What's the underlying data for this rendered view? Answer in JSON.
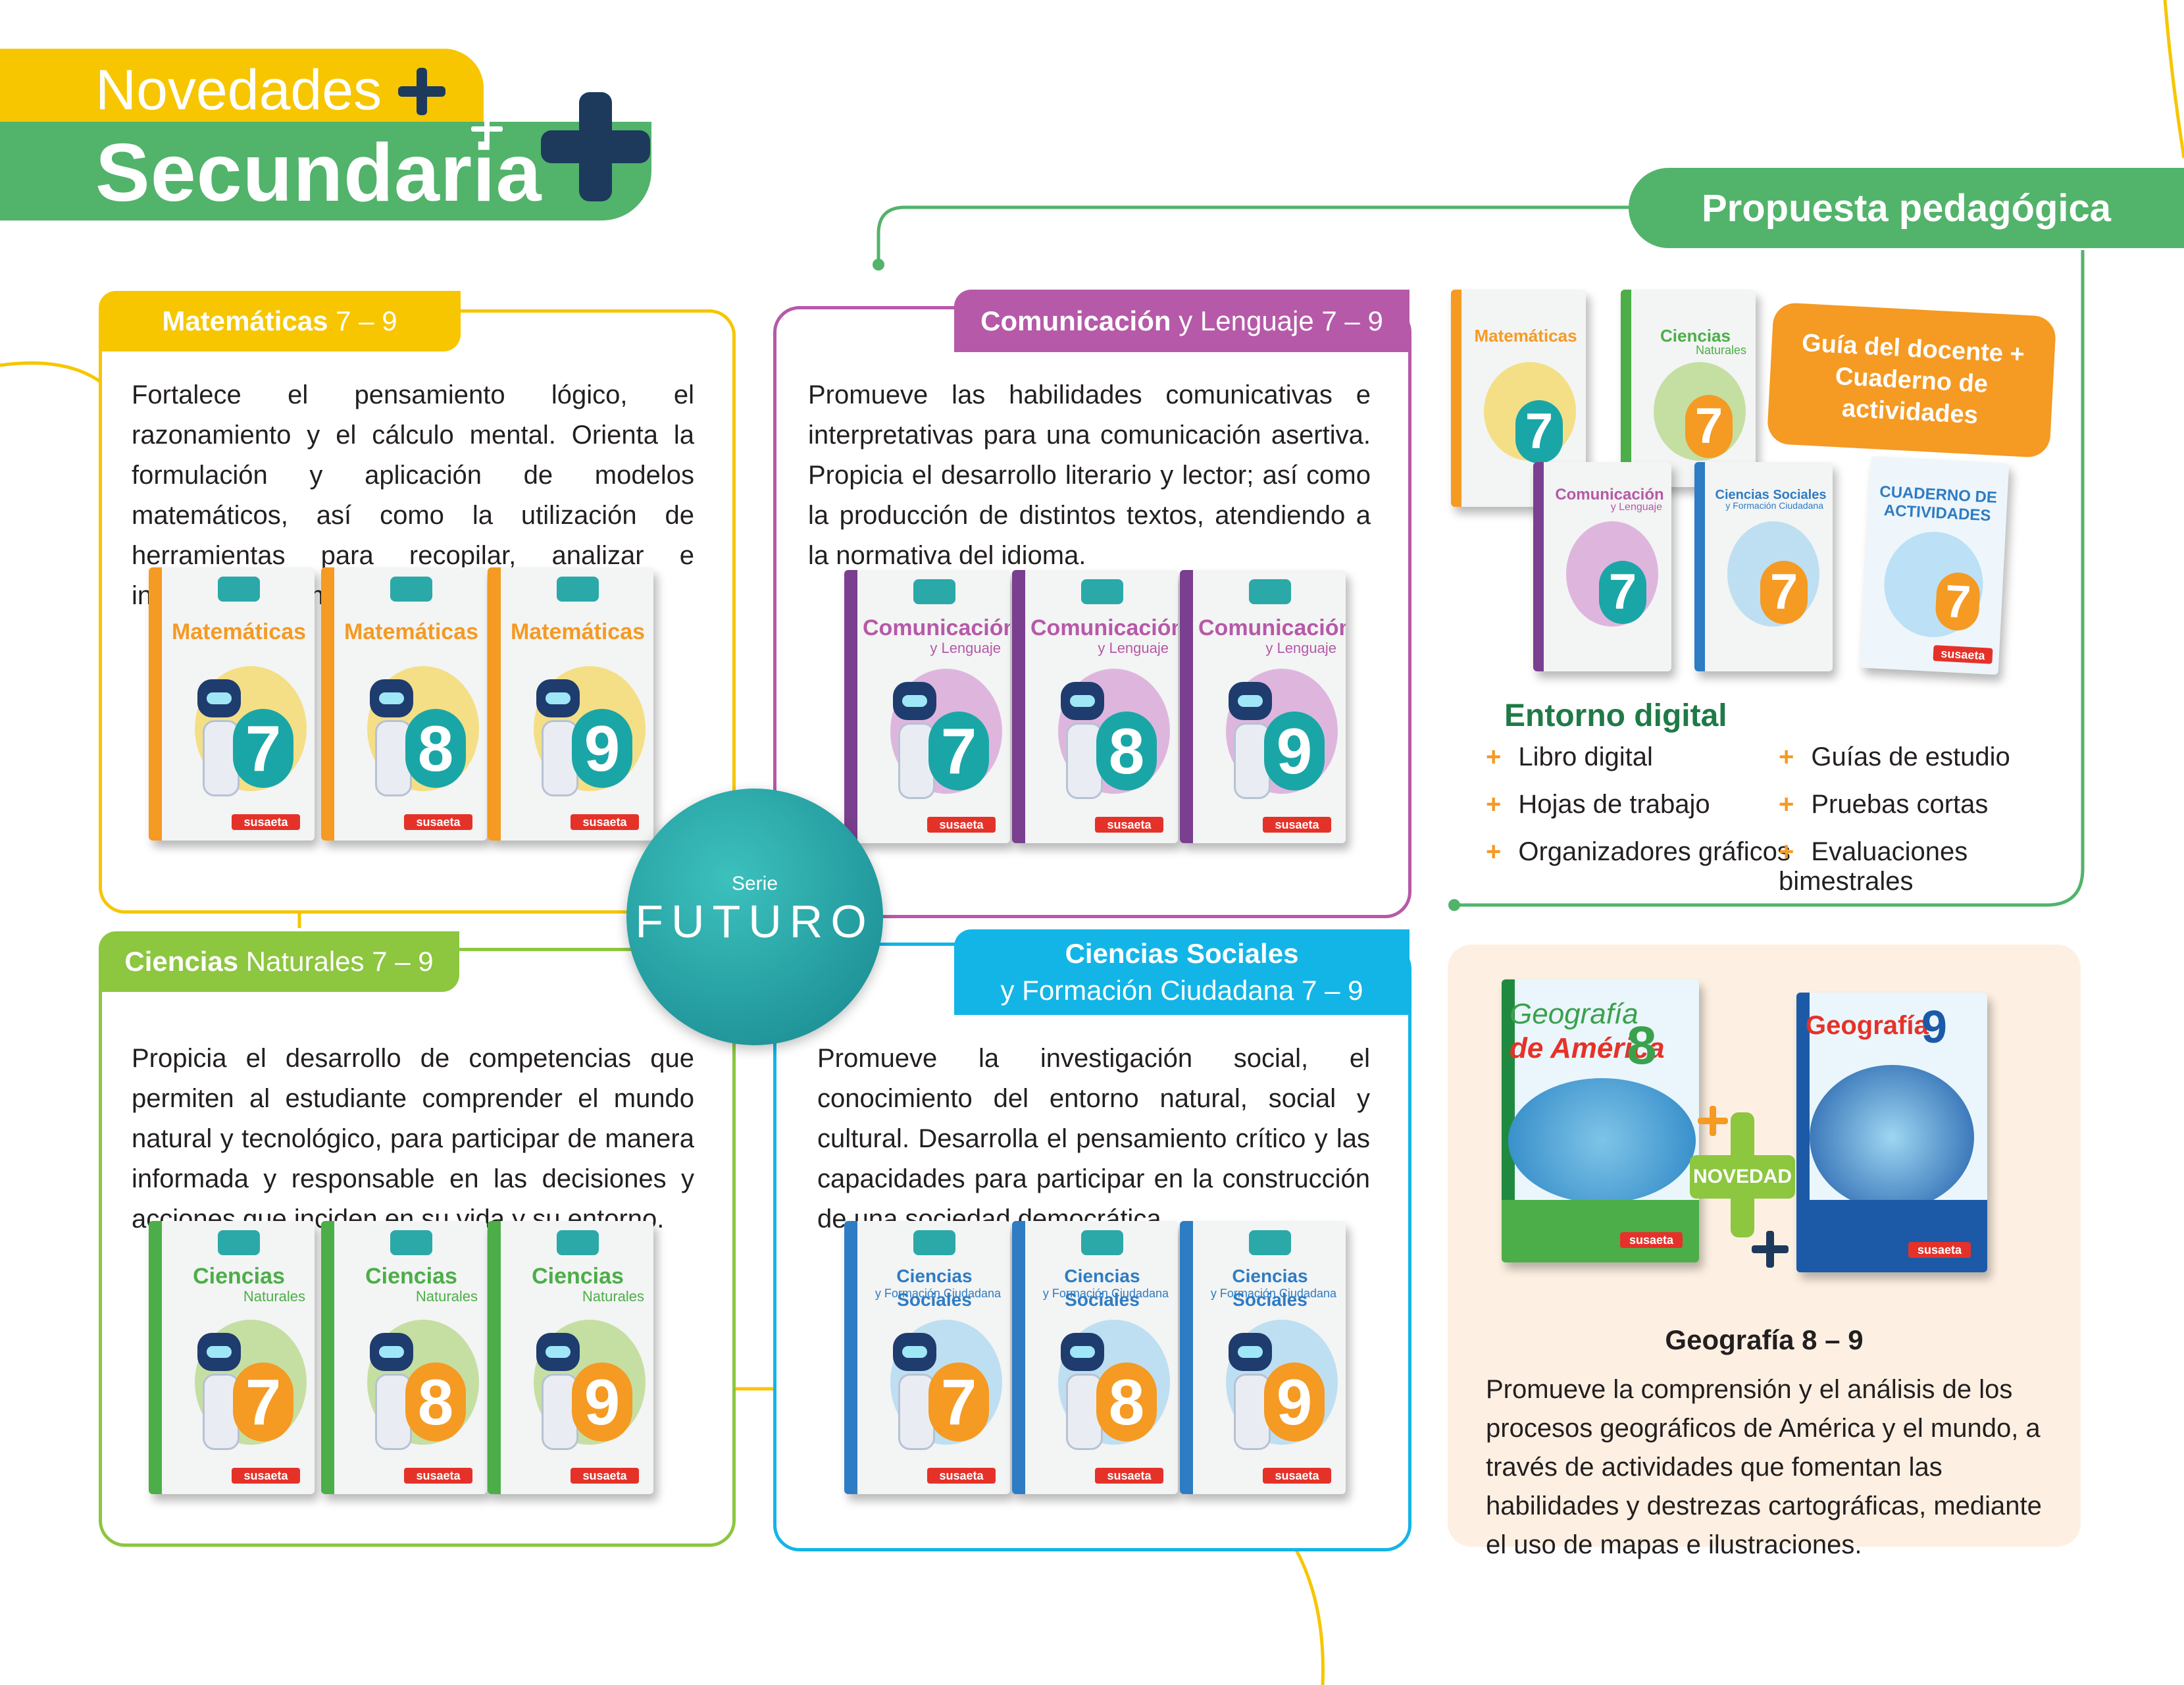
{
  "header": {
    "novedades": "Novedades",
    "secundaria": "Secundaria"
  },
  "colors": {
    "yellow": "#f7c600",
    "green": "#52b36b",
    "navy": "#1d3a5c",
    "purple": "#b659a8",
    "lime": "#8dc63f",
    "cyan": "#13b5e6",
    "orange": "#f59a23",
    "teal": "#1aa6a7"
  },
  "series_logo": {
    "label": "Serie",
    "name": "FUTURO"
  },
  "propuesta": {
    "title": "Propuesta pedagógica"
  },
  "guia": {
    "text": "Guía del docente + Cuaderno de actividades"
  },
  "cuaderno_cover": {
    "title": "CUADERNO DE ACTIVIDADES",
    "number": "7",
    "publisher": "susaeta"
  },
  "propuesta_books": [
    {
      "title": "Matemáticas",
      "subtitle": "",
      "number": "7"
    },
    {
      "title": "Ciencias",
      "subtitle": "Naturales",
      "number": "7"
    },
    {
      "title": "Comunicación",
      "subtitle": "y Lenguaje",
      "number": "7"
    },
    {
      "title": "Ciencias Sociales",
      "subtitle": "y Formación Ciudadana",
      "number": "7"
    }
  ],
  "entorno": {
    "title": "Entorno digital",
    "items": [
      "Libro digital",
      "Guías de estudio",
      "Hojas de trabajo",
      "Pruebas cortas",
      "Organizadores gráficos",
      "Evaluaciones bimestrales"
    ]
  },
  "mate": {
    "tab_bold": "Matemáticas",
    "tab_rest": " 7 – 9",
    "text": "Fortalece el pensamiento lógico, el razonamiento y el cálculo mental. Orienta la formulación y aplicación de modelos matemáticos, así como la utilización de herramientas para recopilar, analizar e interpretar información.",
    "book_title": "Matemáticas",
    "book_subtitle": "",
    "numbers": [
      "7",
      "8",
      "9"
    ]
  },
  "comu": {
    "tab_bold": "Comunicación",
    "tab_rest": " y Lenguaje 7 – 9",
    "text": "Promueve las habilidades comunicativas e interpretativas para una comunicación asertiva. Propicia el desarrollo literario y lector; así como la producción de distintos textos, atendiendo a la normativa del idioma.",
    "book_title": "Comunicación",
    "book_subtitle": "y Lenguaje",
    "numbers": [
      "7",
      "8",
      "9"
    ]
  },
  "cien": {
    "tab_bold": "Ciencias",
    "tab_rest": " Naturales 7 – 9",
    "text": "Propicia el desarrollo de competencias que permiten al estudiante comprender el mundo natural y tecnológico, para participar de manera informada y responsable en las decisiones y acciones que inciden en su vida y su entorno.",
    "book_title": "Ciencias",
    "book_subtitle": "Naturales",
    "numbers": [
      "7",
      "8",
      "9"
    ]
  },
  "soci": {
    "tab_line1": "Ciencias Sociales",
    "tab_line2": "y Formación Ciudadana 7 – 9",
    "text": "Promueve la investigación social, el conocimiento del entorno natural, social y cultural. Desarrolla el pensamiento crítico y las capacidades para participar en la construcción de una sociedad democrática.",
    "book_title": "Ciencias Sociales",
    "book_subtitle": "y Formación Ciudadana",
    "numbers": [
      "7",
      "8",
      "9"
    ]
  },
  "book_publisher": "susaeta",
  "geo": {
    "book8_title_line1": "Geografía",
    "book8_title_line2": "de América",
    "book8_number": "8",
    "book9_title": "Geografía",
    "book9_number": "9",
    "badge": "NOVEDAD",
    "title": "Geografía 8 – 9",
    "text": "Promueve la comprensión y el análisis de los procesos geográficos de América y el mundo, a través de actividades que fomentan las habilidades y destrezas cartográficas, mediante el uso de mapas e ilustraciones."
  }
}
